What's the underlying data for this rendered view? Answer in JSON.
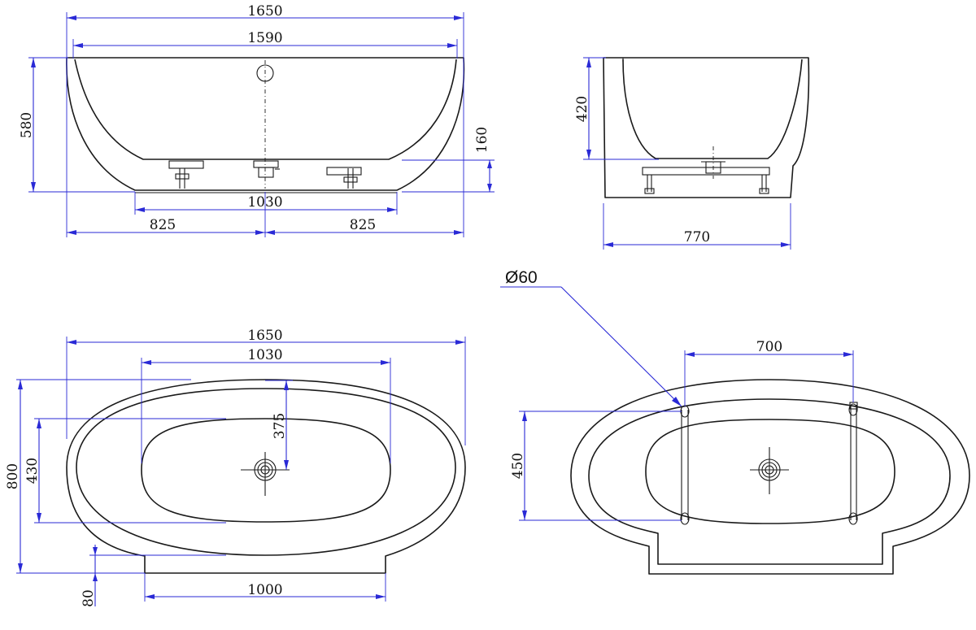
{
  "front_view": {
    "overall_length": "1650",
    "rim_length": "1590",
    "height": "580",
    "base_height": "160",
    "base_length": "1030",
    "half_left": "825",
    "half_right": "825"
  },
  "side_view": {
    "inner_depth": "420",
    "width": "770"
  },
  "top_view": {
    "overall_length": "1650",
    "basin_length": "1030",
    "drain_offset": "375",
    "overall_width": "800",
    "basin_width": "430",
    "notch_depth": "80",
    "notch_width": "1000"
  },
  "base_view": {
    "leg_diameter": "Ø60",
    "leg_spacing_x": "700",
    "leg_spacing_y": "450"
  }
}
